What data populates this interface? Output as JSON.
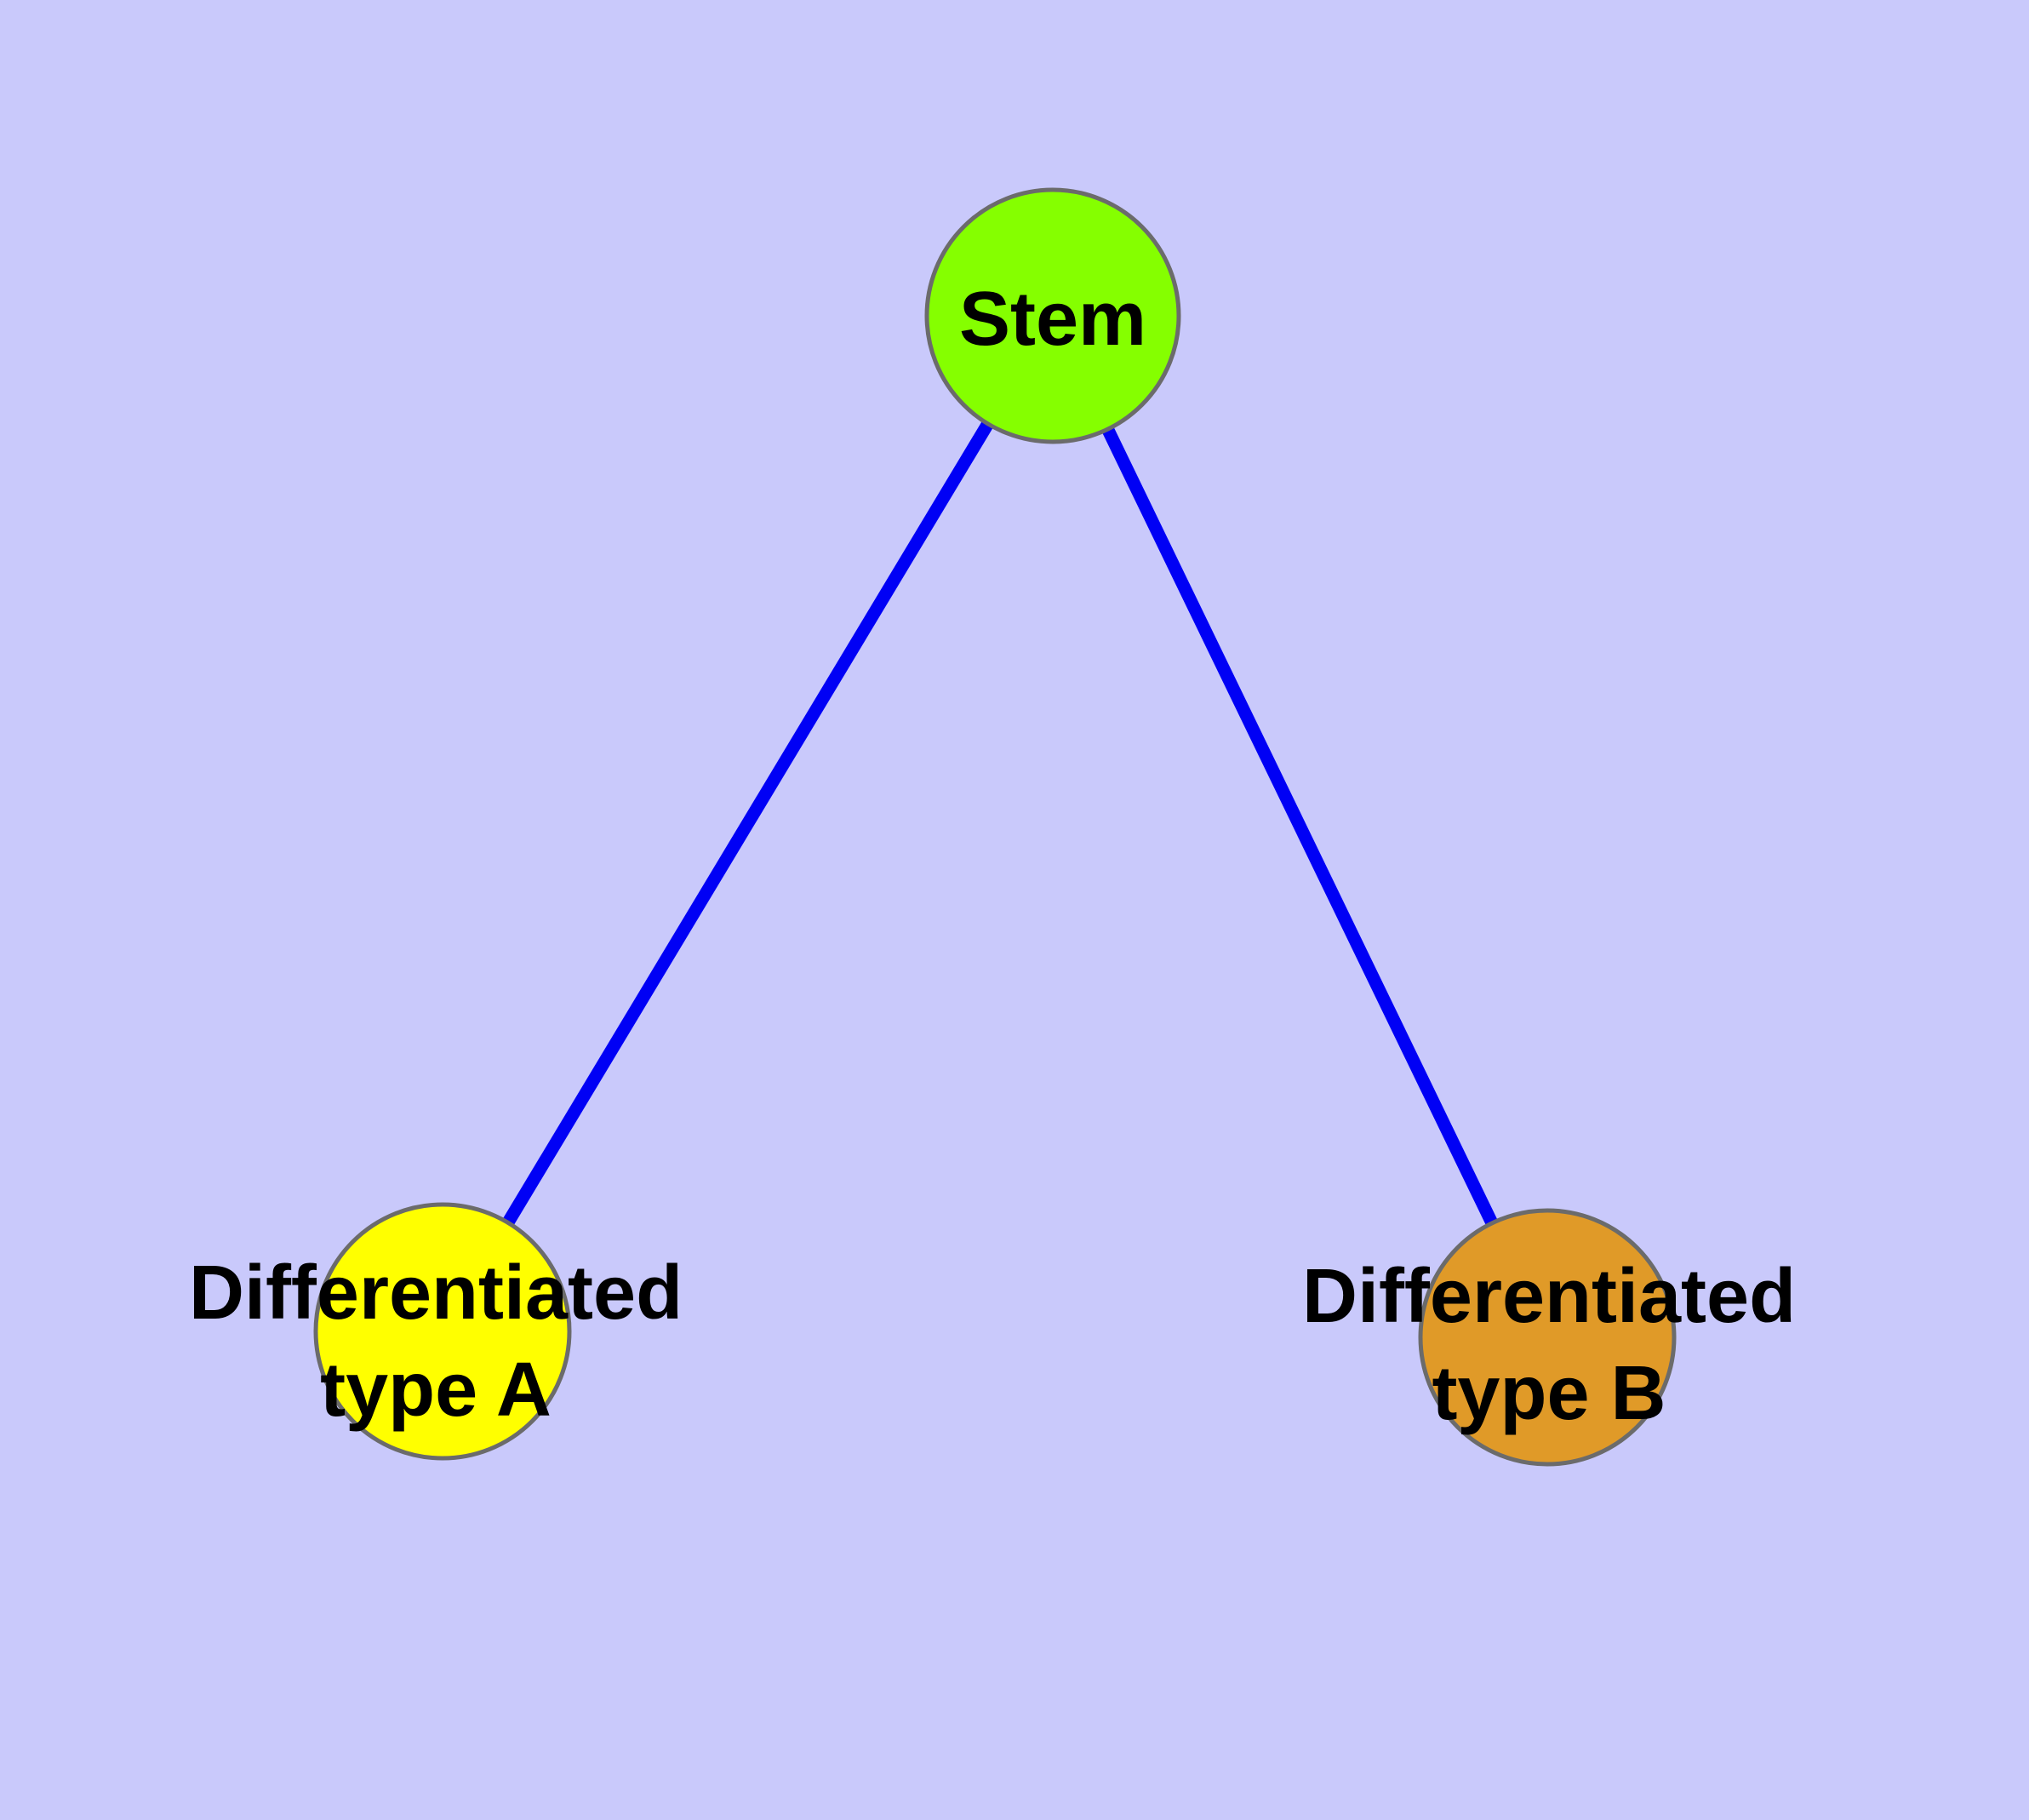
{
  "diagram": {
    "type": "graph",
    "background_color": "#C9C9FB",
    "node_border_color": "#6B6B6B",
    "edge_color": "#0000F5",
    "label_color": "#000000",
    "nodes": [
      {
        "id": "stem",
        "label": "Stem",
        "label_line1": "Stem",
        "label_line2": "",
        "color": "#85FF00"
      },
      {
        "id": "type_a",
        "label": "Differentiated type A",
        "label_line1": "Differentiated",
        "label_line2": "type A",
        "color": "#FFFF00"
      },
      {
        "id": "type_b",
        "label": "Differentiated type B",
        "label_line1": "Differentiated",
        "label_line2": "type B",
        "color": "#E09A28"
      }
    ],
    "edges": [
      {
        "from": "Stem",
        "to": "Differentiated type A"
      },
      {
        "from": "Stem",
        "to": "Differentiated type B"
      }
    ]
  }
}
